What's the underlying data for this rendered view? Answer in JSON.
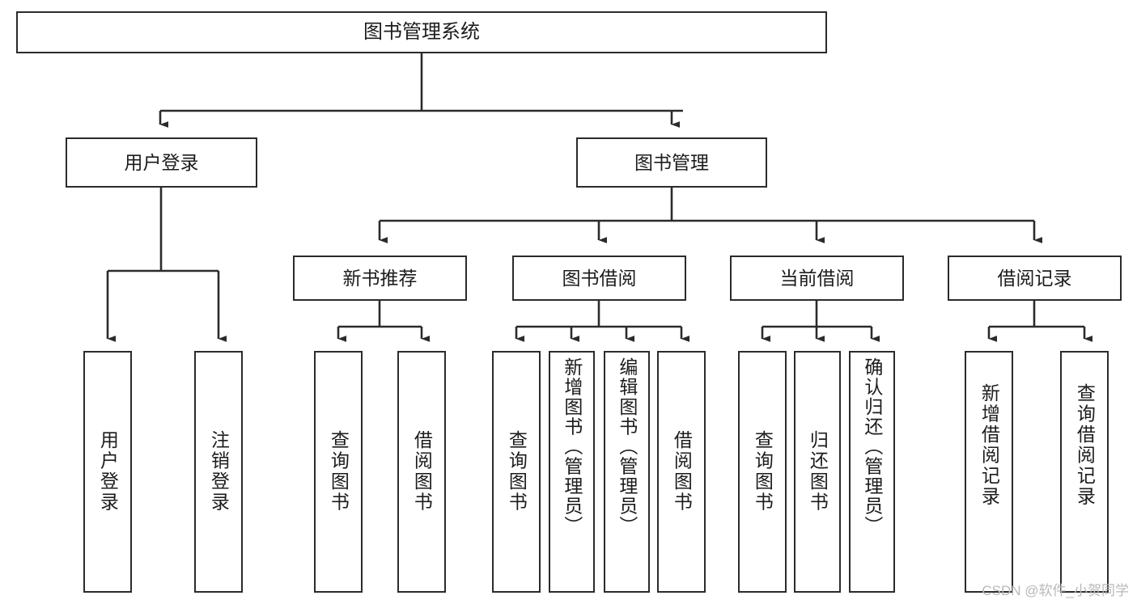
{
  "diagram": {
    "title": "图书管理系统",
    "type": "hierarchy-tree",
    "orientation": "top-down",
    "colors": {
      "background": "#ffffff",
      "box_border": "#2b2b2b",
      "box_fill": "#ffffff",
      "edge": "#2b2b2b",
      "text": "#1c1c1c",
      "watermark": "#b9b9b9"
    },
    "watermark": "CSDN @软件_小贺同学"
  },
  "nodes": {
    "root": {
      "label": "图书管理系统",
      "level": 0
    },
    "level1": [
      {
        "id": "user-login",
        "label": "用户登录"
      },
      {
        "id": "book-management",
        "label": "图书管理"
      }
    ],
    "level2": [
      {
        "id": "new-book-recommend",
        "label": "新书推荐",
        "parent": "book-management"
      },
      {
        "id": "book-borrow",
        "label": "图书借阅",
        "parent": "book-management"
      },
      {
        "id": "current-borrow",
        "label": "当前借阅",
        "parent": "book-management"
      },
      {
        "id": "borrow-record",
        "label": "借阅记录",
        "parent": "book-management"
      }
    ],
    "leaves": [
      {
        "id": "leaf-user-login",
        "label": "用户登录",
        "parent": "user-login"
      },
      {
        "id": "leaf-logout",
        "label": "注销登录",
        "parent": "user-login"
      },
      {
        "id": "leaf-query-book-1",
        "label": "查询图书",
        "parent": "new-book-recommend"
      },
      {
        "id": "leaf-borrow-book-1",
        "label": "借阅图书",
        "parent": "new-book-recommend"
      },
      {
        "id": "leaf-query-book-2",
        "label": "查询图书",
        "parent": "book-borrow"
      },
      {
        "id": "leaf-add-book",
        "label": "新增图书（管理员）",
        "parent": "book-borrow"
      },
      {
        "id": "leaf-edit-book",
        "label": "编辑图书（管理员）",
        "parent": "book-borrow"
      },
      {
        "id": "leaf-borrow-book-2",
        "label": "借阅图书",
        "parent": "book-borrow"
      },
      {
        "id": "leaf-query-book-3",
        "label": "查询图书",
        "parent": "current-borrow"
      },
      {
        "id": "leaf-return-book",
        "label": "归还图书",
        "parent": "current-borrow"
      },
      {
        "id": "leaf-confirm-return",
        "label": "确认归还（管理员）",
        "parent": "current-borrow"
      },
      {
        "id": "leaf-add-record",
        "label": "新增借阅记录",
        "parent": "borrow-record"
      },
      {
        "id": "leaf-query-record",
        "label": "查询借阅记录",
        "parent": "borrow-record"
      }
    ]
  }
}
